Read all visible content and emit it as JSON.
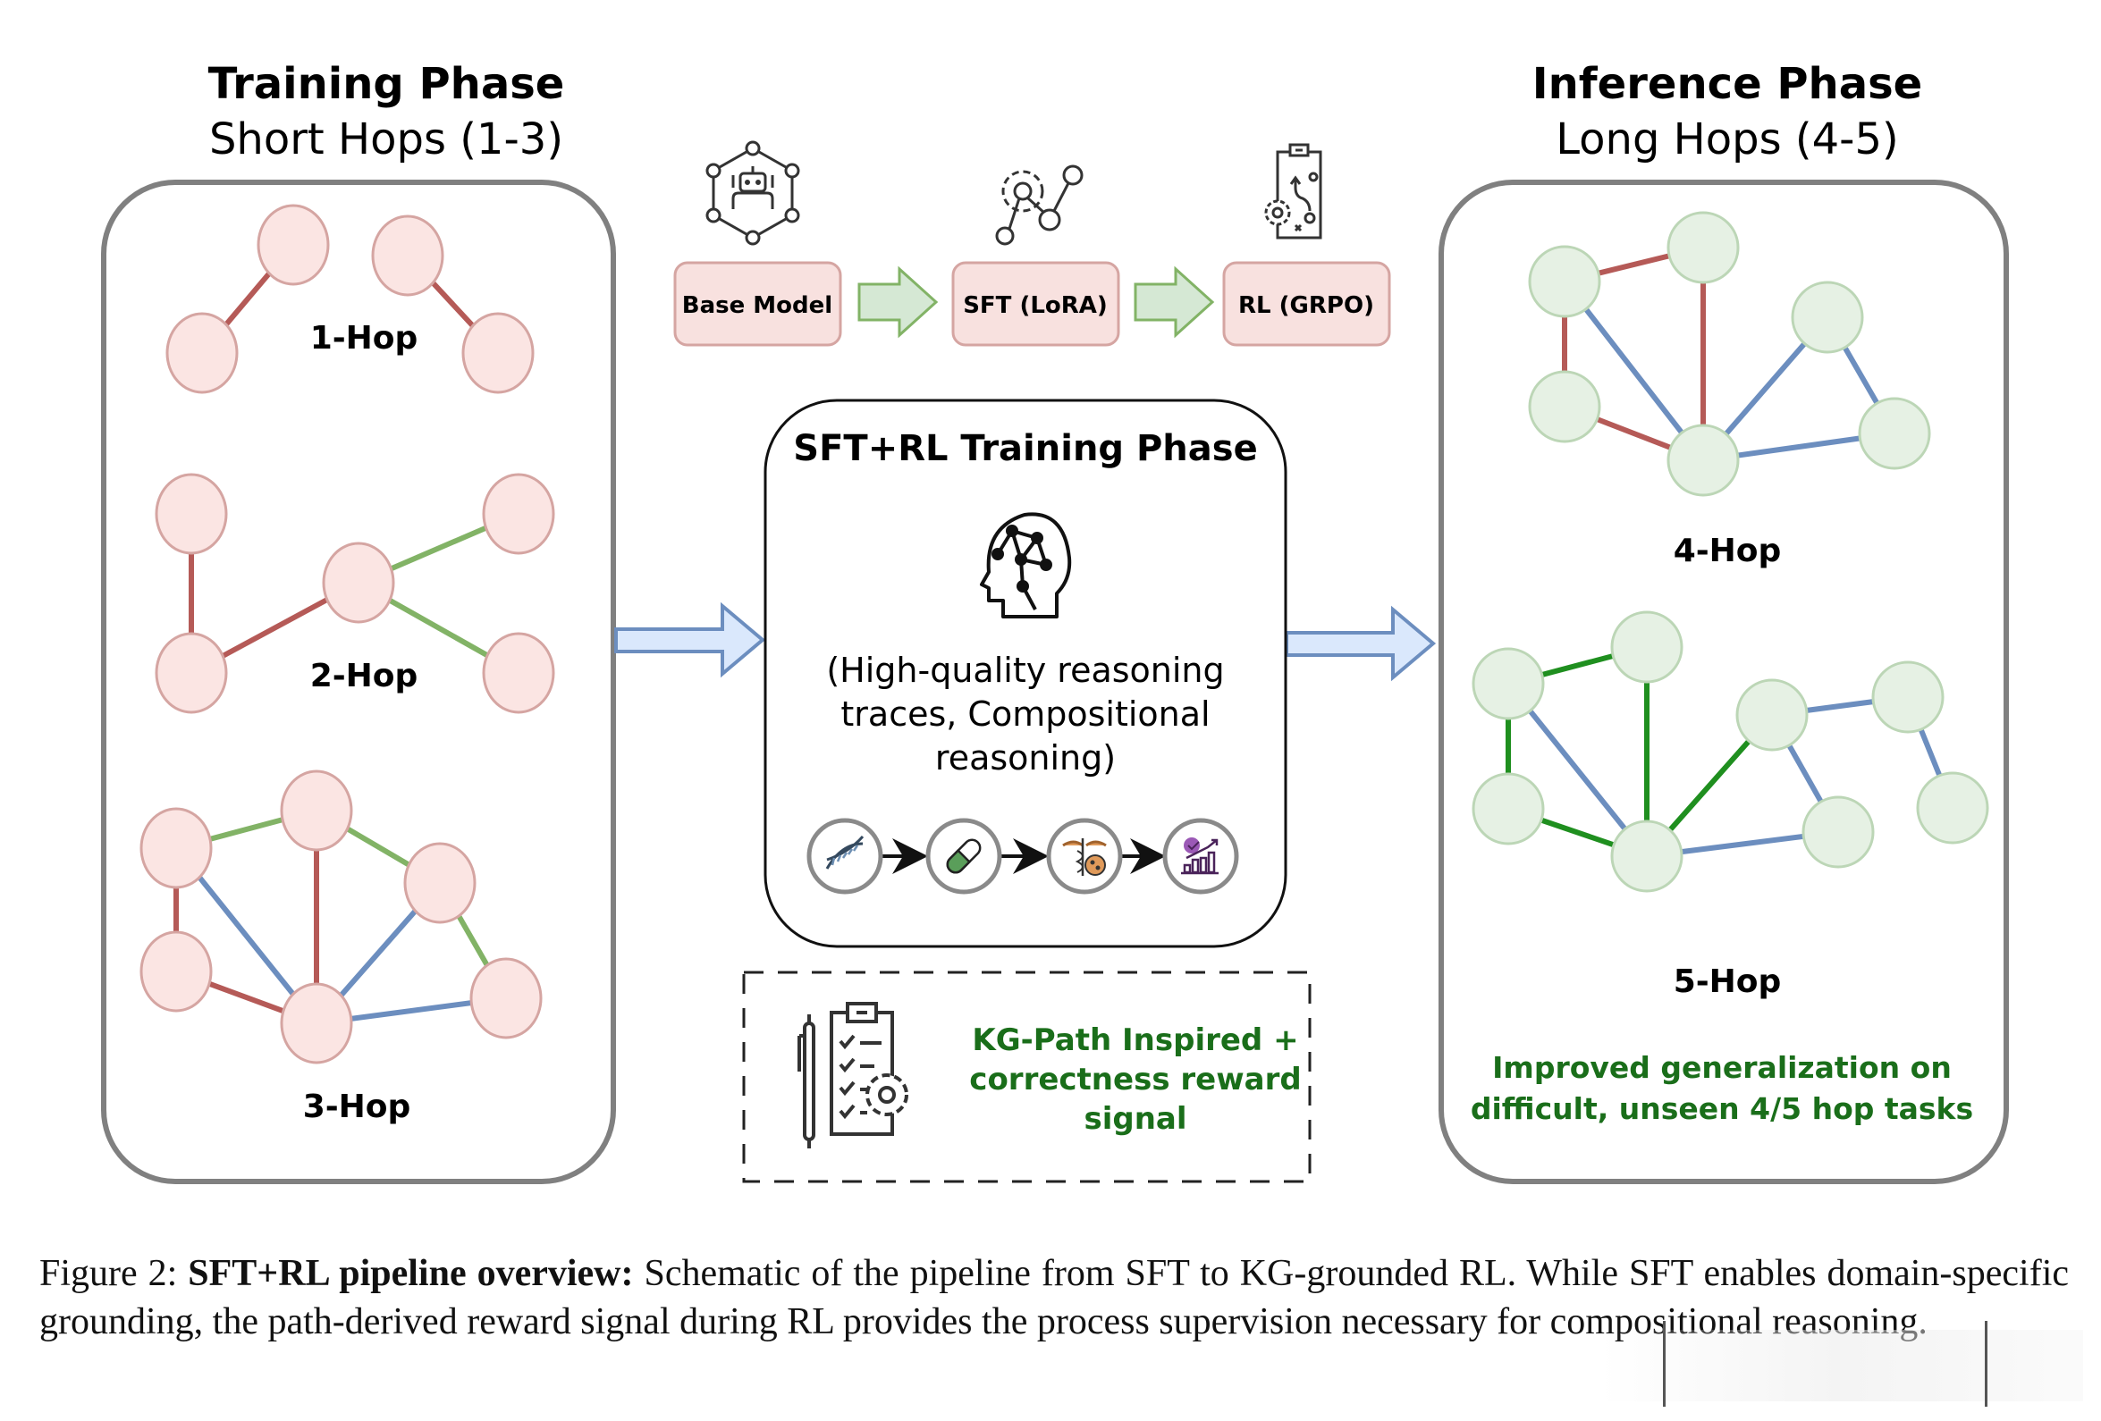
{
  "colors": {
    "training_node_fill": "#fbe5e3",
    "training_node_stroke": "#d5a5a2",
    "inference_node_fill": "#e6f1e4",
    "inference_node_stroke": "#bcd6b6",
    "edge_red": "#b55a57",
    "edge_green_light": "#82b366",
    "edge_green_dark": "#1f8f1f",
    "edge_blue": "#6c8ebf",
    "panel_border": "#808080",
    "stage_box_fill": "#f8e1df",
    "stage_box_stroke": "#d5a5a2",
    "stage_arrow_fill": "#d5e8d4",
    "stage_arrow_stroke": "#82b366",
    "flow_arrow_fill": "#dae8fc",
    "flow_arrow_stroke": "#6c8ebf",
    "highlight_text": "#1a6e1a"
  },
  "training_panel": {
    "title": "Training Phase",
    "subtitle": "Short Hops (1-3)",
    "graphs": [
      {
        "label": "1-Hop",
        "nodes": 4,
        "edges": [
          {
            "from": 0,
            "to": 1,
            "color": "red"
          },
          {
            "from": 2,
            "to": 3,
            "color": "red"
          }
        ]
      },
      {
        "label": "2-Hop",
        "nodes": 5,
        "edges": [
          {
            "from": 0,
            "to": 1,
            "color": "red"
          },
          {
            "from": 1,
            "to": 2,
            "color": "red"
          },
          {
            "from": 2,
            "to": 3,
            "color": "green"
          },
          {
            "from": 2,
            "to": 4,
            "color": "green"
          }
        ]
      },
      {
        "label": "3-Hop",
        "nodes": 6,
        "edges": [
          {
            "from": 0,
            "to": 1,
            "color": "green"
          },
          {
            "from": 1,
            "to": 2,
            "color": "green"
          },
          {
            "from": 2,
            "to": 5,
            "color": "green"
          },
          {
            "from": 0,
            "to": 3,
            "color": "red"
          },
          {
            "from": 1,
            "to": 4,
            "color": "red"
          },
          {
            "from": 3,
            "to": 4,
            "color": "red"
          },
          {
            "from": 0,
            "to": 4,
            "color": "blue"
          },
          {
            "from": 2,
            "to": 4,
            "color": "blue"
          },
          {
            "from": 4,
            "to": 5,
            "color": "blue"
          }
        ]
      }
    ]
  },
  "pipeline": {
    "stages": [
      {
        "label": "Base Model",
        "icon": "robot-network-icon"
      },
      {
        "label": "SFT (LoRA)",
        "icon": "gear-graph-icon"
      },
      {
        "label": "RL (GRPO)",
        "icon": "strategy-clipboard-icon"
      }
    ]
  },
  "training_center": {
    "title": "SFT+RL Training Phase",
    "icon": "brain-network-head-icon",
    "description_lines": [
      "(High-quality reasoning",
      "traces, Compositional",
      "reasoning)"
    ],
    "chain_icons": [
      "dna-icon",
      "pill-icon",
      "caduceus-icon",
      "success-chart-icon"
    ]
  },
  "reward_box": {
    "icon": "checklist-gear-icon",
    "lines": [
      "KG-Path Inspired +",
      "correctness reward",
      "signal"
    ]
  },
  "inference_panel": {
    "title": "Inference Phase",
    "subtitle": "Long Hops (4-5)",
    "graphs": [
      {
        "label": "4-Hop",
        "nodes": 6,
        "edges": [
          {
            "from": 0,
            "to": 1,
            "color": "red"
          },
          {
            "from": 0,
            "to": 3,
            "color": "red"
          },
          {
            "from": 1,
            "to": 4,
            "color": "red"
          },
          {
            "from": 3,
            "to": 4,
            "color": "red"
          },
          {
            "from": 0,
            "to": 4,
            "color": "blue"
          },
          {
            "from": 2,
            "to": 4,
            "color": "blue"
          },
          {
            "from": 2,
            "to": 5,
            "color": "blue"
          },
          {
            "from": 4,
            "to": 5,
            "color": "blue"
          }
        ]
      },
      {
        "label": "5-Hop",
        "nodes": 8,
        "edges": [
          {
            "from": 0,
            "to": 1,
            "color": "darkgreen"
          },
          {
            "from": 0,
            "to": 4,
            "color": "darkgreen"
          },
          {
            "from": 1,
            "to": 5,
            "color": "darkgreen"
          },
          {
            "from": 4,
            "to": 5,
            "color": "darkgreen"
          },
          {
            "from": 5,
            "to": 2,
            "color": "darkgreen"
          },
          {
            "from": 0,
            "to": 5,
            "color": "blue"
          },
          {
            "from": 5,
            "to": 6,
            "color": "blue"
          },
          {
            "from": 2,
            "to": 6,
            "color": "blue"
          },
          {
            "from": 2,
            "to": 3,
            "color": "blue"
          },
          {
            "from": 3,
            "to": 7,
            "color": "blue"
          }
        ]
      }
    ],
    "outcome_lines": [
      "Improved generalization on",
      "difficult, unseen 4/5 hop tasks"
    ]
  },
  "caption": {
    "prefix": "Figure 2: ",
    "bold": "SFT+RL pipeline overview:",
    "body": " Schematic of the pipeline from SFT to KG-grounded RL. While SFT enables domain-specific grounding, the path-derived reward signal during RL provides the process supervision necessary for compositional reasoning."
  }
}
